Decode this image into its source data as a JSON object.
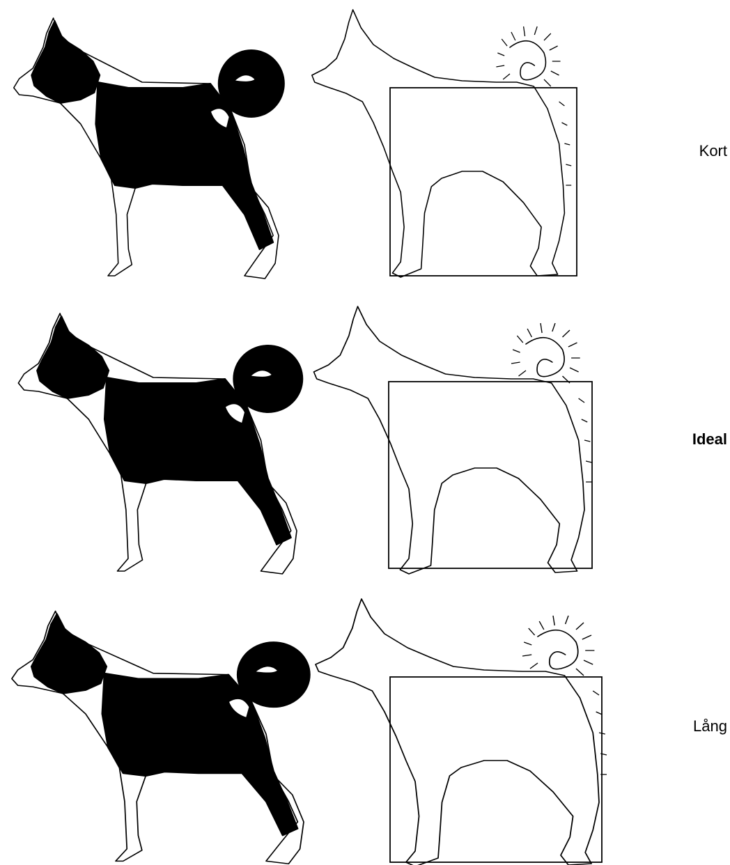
{
  "rows": [
    {
      "label": "Kort",
      "emphasis": false,
      "body_length": 0.86
    },
    {
      "label": "Ideal",
      "emphasis": true,
      "body_length": 1.0
    },
    {
      "label": "Lång",
      "emphasis": false,
      "body_length": 1.12
    }
  ],
  "colors": {
    "ink": "#000000",
    "paper": "#ffffff"
  }
}
